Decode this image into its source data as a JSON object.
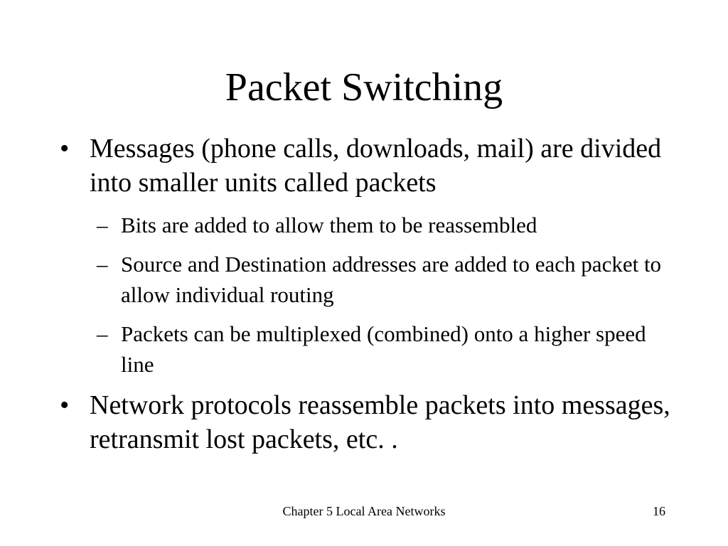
{
  "slide": {
    "title": "Packet Switching",
    "bullet_marker": "•",
    "sub_marker": "–",
    "bullets": [
      {
        "text": "Messages (phone calls, downloads, mail) are divided into smaller units called packets",
        "subbullets": [
          "Bits are added to allow them to be reassembled",
          "Source and Destination addresses are added to each packet to allow individual routing",
          "Packets can be multiplexed (combined) onto a higher speed line"
        ]
      },
      {
        "text": "Network protocols reassemble packets into messages, retransmit lost packets, etc. ."
      }
    ],
    "footer": "Chapter 5 Local Area Networks",
    "page_number": "16"
  }
}
